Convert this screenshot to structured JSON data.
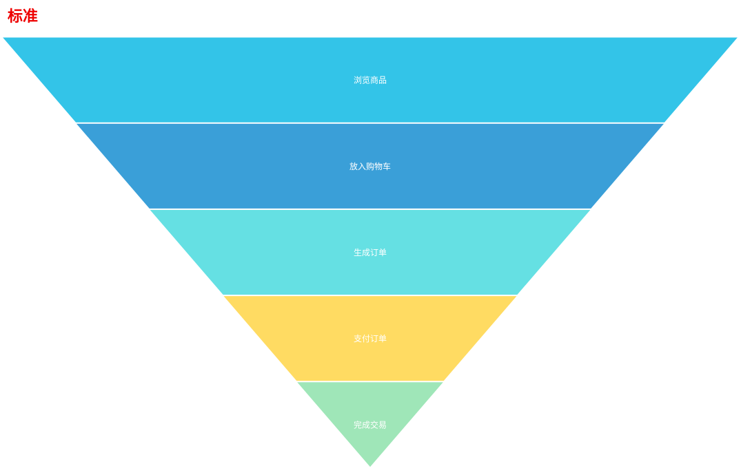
{
  "chart_data": {
    "type": "funnel",
    "title": "标准",
    "title_color": "#ee0000",
    "sort": "descending",
    "stages": [
      {
        "name": "浏览商品",
        "value": 100,
        "color": "#33c4e8"
      },
      {
        "name": "放入购物车",
        "value": 80,
        "color": "#3a9fd8"
      },
      {
        "name": "生成订单",
        "value": 60,
        "color": "#65e0e3"
      },
      {
        "name": "支付订单",
        "value": 40,
        "color": "#ffdb62"
      },
      {
        "name": "完成交易",
        "value": 20,
        "color": "#9fe6b8"
      }
    ],
    "label_color": "#ffffff",
    "border_color": "#ffffff",
    "min": 0,
    "max": 100
  }
}
